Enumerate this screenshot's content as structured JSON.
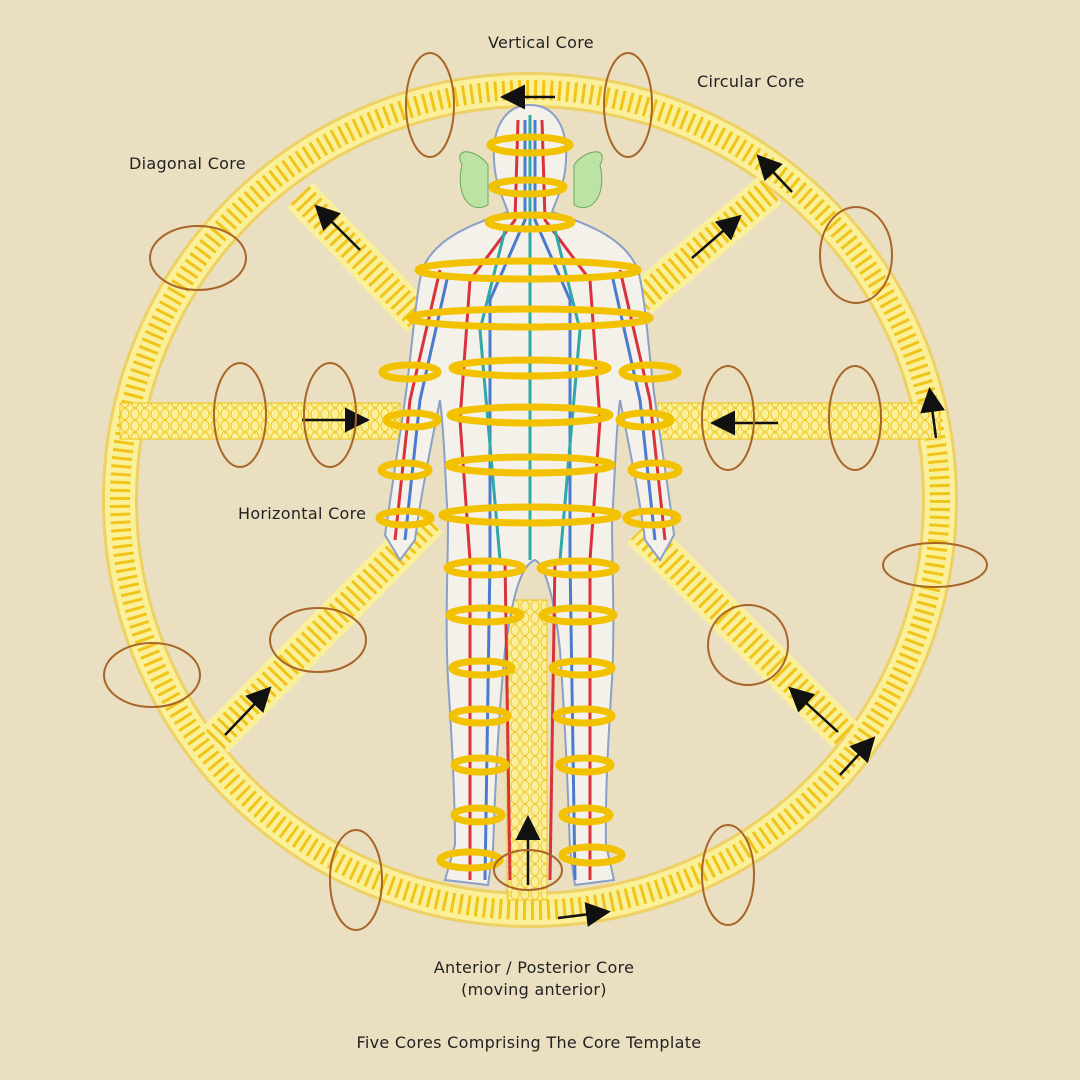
{
  "labels": {
    "vertical_core": "Vertical Core",
    "circular_core": "Circular Core",
    "diagonal_core": "Diagonal Core",
    "horizontal_core": "Horizontal Core",
    "anterior_core_line1": "Anterior / Posterior Core",
    "anterior_core_line2": "(moving anterior)"
  },
  "caption": "Five Cores Comprising The Core Template",
  "colors": {
    "background": "#eadfc0",
    "band_fill": "#fbf09a",
    "band_stroke": "#f0c419",
    "ring_gold": "#f2c200",
    "loop_arrow": "#a8652a",
    "flow_arrow": "#111111",
    "meridian_red": "#d8323c",
    "meridian_blue": "#4a7bd0",
    "meridian_teal": "#2fa8a8",
    "aura_green": "#bde3a4"
  }
}
